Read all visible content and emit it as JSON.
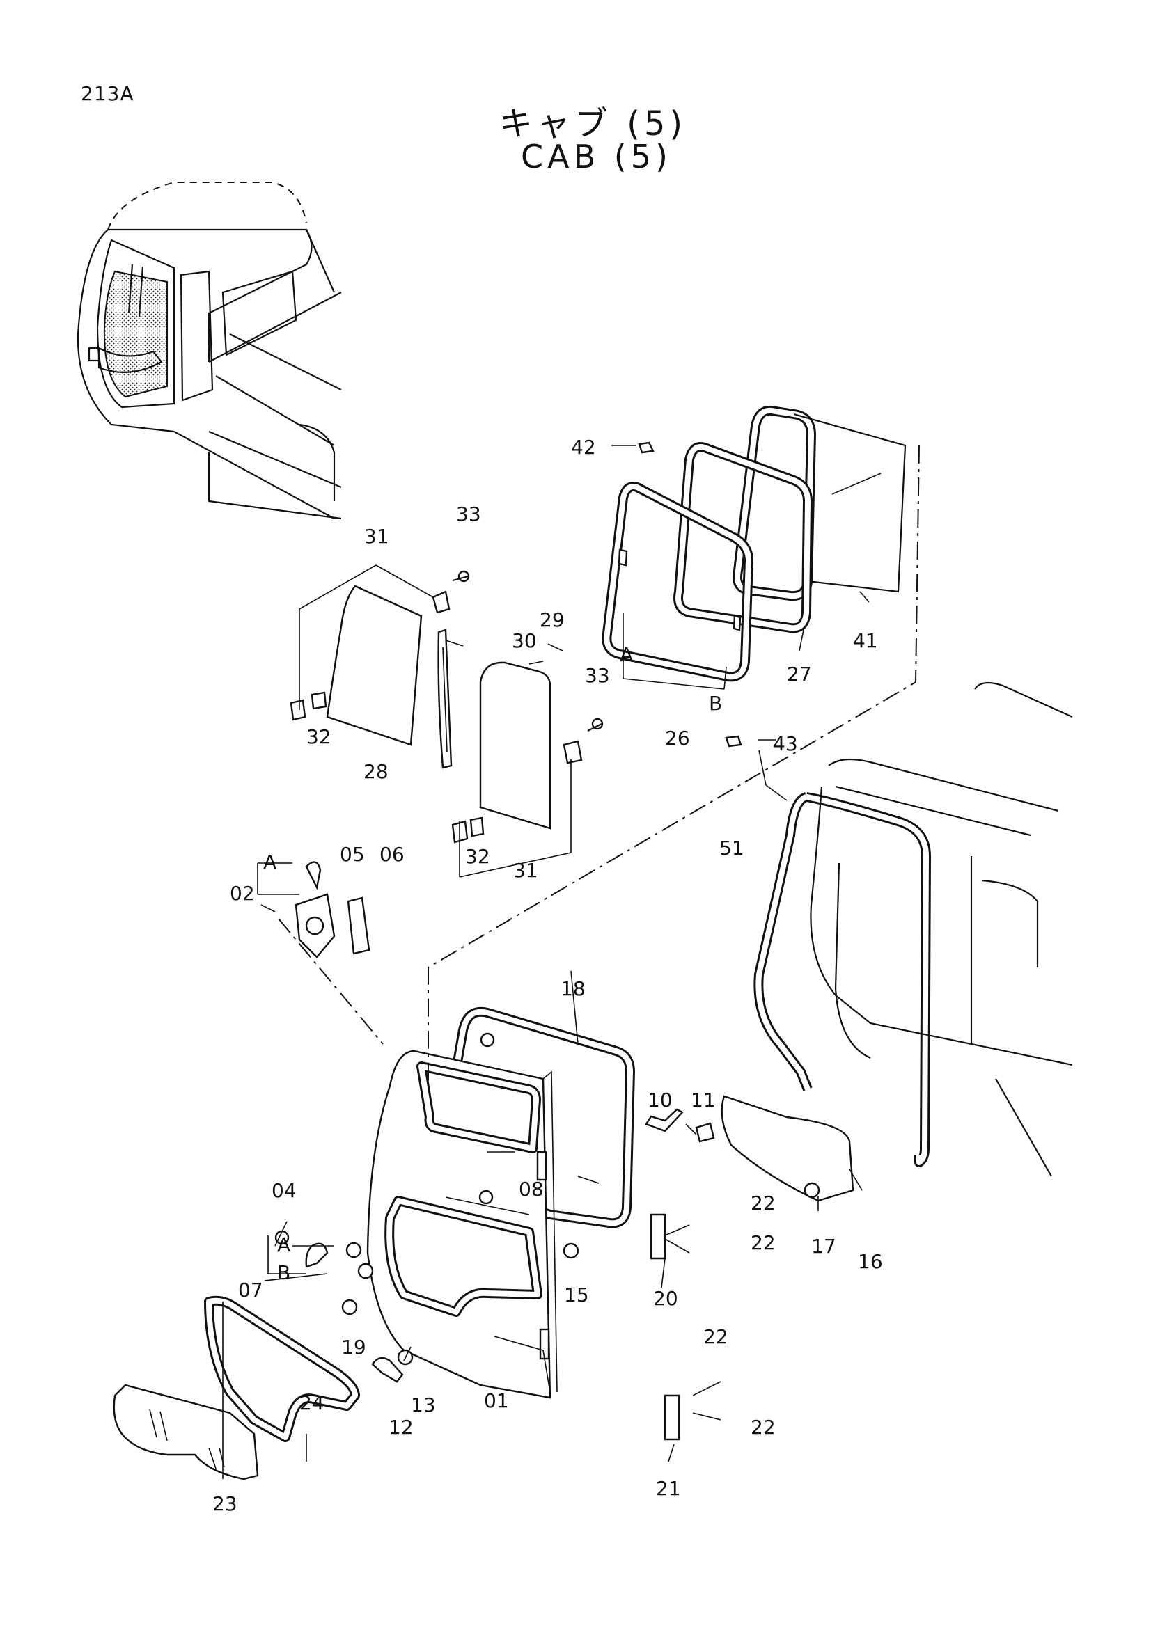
{
  "page_number": "213A",
  "title_jp": "キャブ (5)",
  "title_en": "CAB (5)",
  "callouts": {
    "c01": "01",
    "c02": "02",
    "c04": "04",
    "c05": "05",
    "c06": "06",
    "c07": "07",
    "c08": "08",
    "c10": "10",
    "c11": "11",
    "c12": "12",
    "c13": "13",
    "c15": "15",
    "c16": "16",
    "c17": "17",
    "c18": "18",
    "c19": "19",
    "c20": "20",
    "c21": "21",
    "c22a": "22",
    "c22b": "22",
    "c22c": "22",
    "c22d": "22",
    "c23": "23",
    "c24": "24",
    "c26": "26",
    "c27": "27",
    "c28": "28",
    "c29": "29",
    "c30": "30",
    "c31a": "31",
    "c31b": "31",
    "c32a": "32",
    "c32b": "32",
    "c33a": "33",
    "c33b": "33",
    "c41": "41",
    "c42": "42",
    "c43": "43",
    "c51": "51"
  },
  "sub_labels": {
    "a_top": "A",
    "b_top": "B",
    "a_latch": "A",
    "a_handle": "A",
    "b_handle": "B"
  }
}
